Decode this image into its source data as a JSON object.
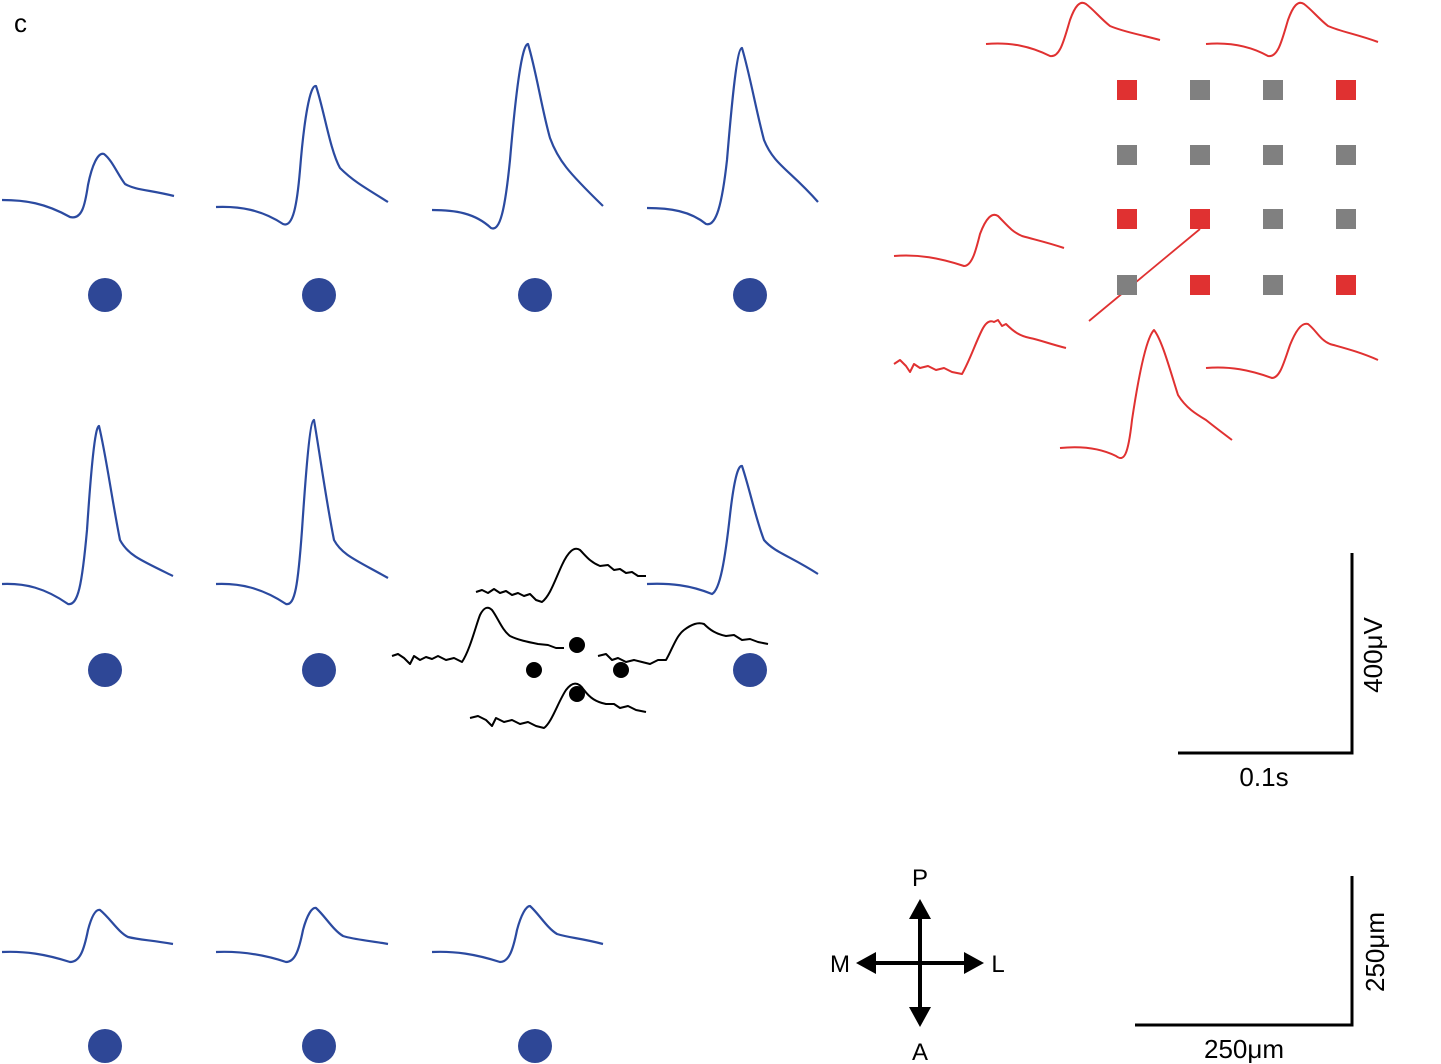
{
  "panel_label": "c",
  "colors": {
    "blue_trace": "#2b4aa0",
    "blue_electrode": "#2e4796",
    "red_trace": "#e03131",
    "red_electrode": "#e03131",
    "gray_electrode": "#808080",
    "black": "#000000"
  },
  "scale_bar_signal": {
    "vertical_label": "400μV",
    "horizontal_label": "0.1s"
  },
  "scale_bar_space": {
    "vertical_label": "250μm",
    "horizontal_label": "250μm"
  },
  "compass": {
    "up": "P",
    "down": "A",
    "left": "M",
    "right": "L"
  },
  "array_inset": {
    "rows": [
      [
        "red",
        "gray",
        "gray",
        "red"
      ],
      [
        "gray",
        "gray",
        "gray",
        "gray"
      ],
      [
        "red",
        "red",
        "gray",
        "gray"
      ],
      [
        "gray",
        "red",
        "gray",
        "red"
      ]
    ]
  }
}
